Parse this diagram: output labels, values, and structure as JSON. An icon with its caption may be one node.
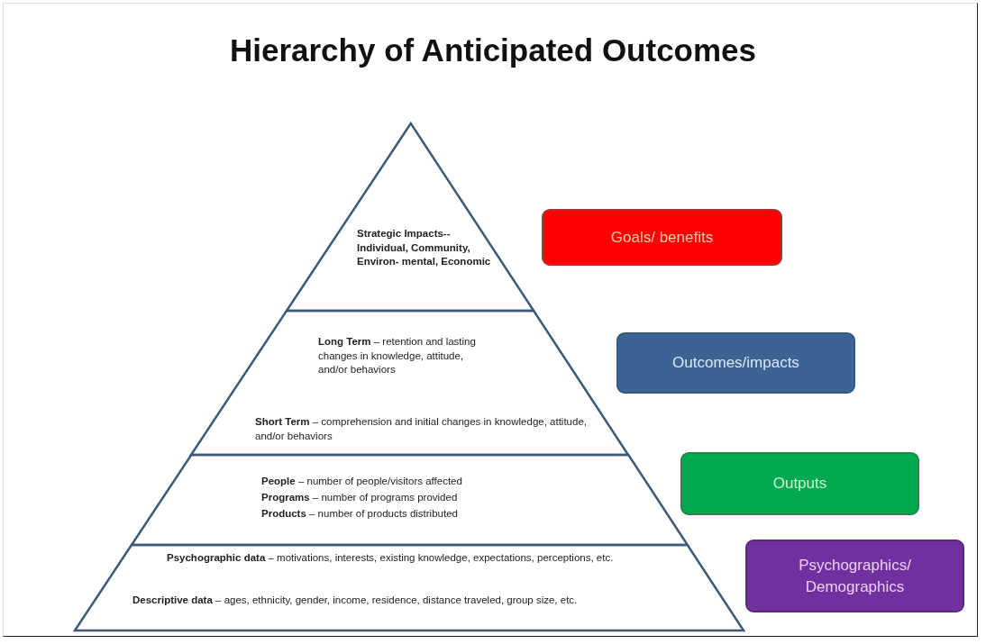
{
  "diagram": {
    "title": "Hierarchy of Anticipated Outcomes",
    "nodes": [
      {
        "text": [
          "Strategic Impacts-- Individual, Community, Environ- mental, Economic"
        ]
      },
      {
        "text": [
          "**Long Term** – retention and lasting changes in knowledge, attitude, and/or behaviors",
          "**Short Term** – comprehension and initial changes in knowledge, attitude, and/or behaviors"
        ]
      },
      {
        "text": [
          "**People** – number of people/visitors affected",
          "**Programs** – number of programs provided",
          "**Products** – number of products distributed"
        ]
      },
      {
        "text": [
          "**Psychographic data** – motivations, interests, existing knowledge, expectations, perceptions, etc.",
          "**Descriptive data** – ages, ethnicity, gender, income, residence, distance traveled, group size, etc."
        ]
      },
      {
        "text": [
          "Goals/ benefits"
        ]
      },
      {
        "text": [
          "Outcomes/impacts"
        ]
      },
      {
        "text": [
          "Outputs"
        ]
      },
      {
        "text": [
          "Psychographics/ Demographics"
        ]
      }
    ]
  }
}
